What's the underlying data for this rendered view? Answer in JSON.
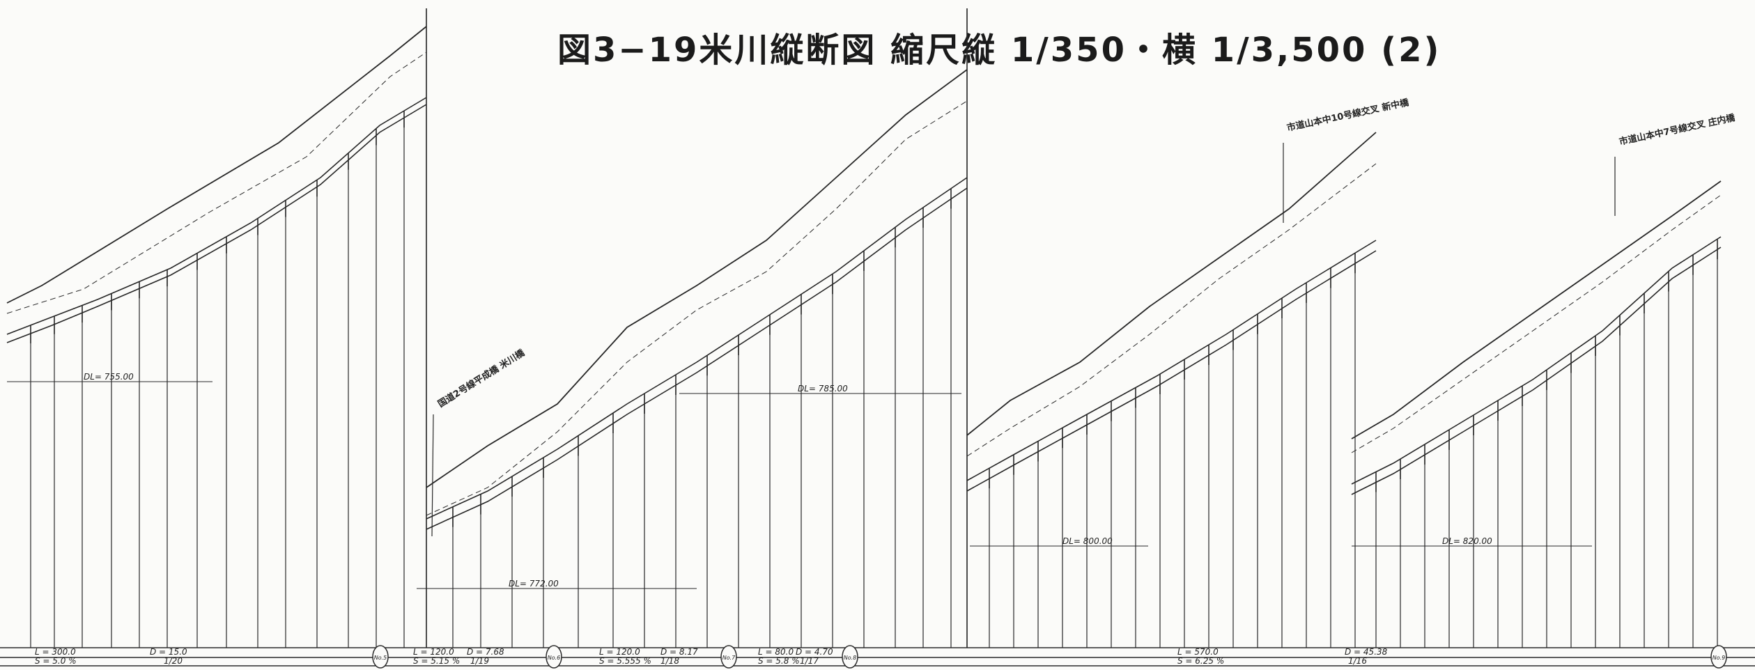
{
  "title": "図3−19米川縦断図 縮尺縦 1/350・横 1/3,500 (2)",
  "bridges": [
    {
      "label": "国道2号線平成橋 米川橋"
    },
    {
      "label": "市道山本中10号線交叉 新中橋"
    },
    {
      "label": "市道山本中7号線交叉 庄内橋"
    }
  ],
  "datum_lines": [
    {
      "label": "DL= 755.00"
    },
    {
      "label": "DL= 772.00"
    },
    {
      "label": "DL= 785.00"
    },
    {
      "label": "DL= 800.00"
    },
    {
      "label": "DL= 820.00"
    }
  ],
  "bottom_table": [
    {
      "L": "L = 300.0",
      "S": "S = 5.0 %",
      "D": "D = 15.0",
      "R": "1/20"
    },
    {
      "L": "L = 120.0",
      "S": "S = 5.15 %",
      "D": "D = 7.68",
      "R": "1/19"
    },
    {
      "L": "L = 120.0",
      "S": "S = 5.555 %",
      "D": "D = 8.17",
      "R": "1/18"
    },
    {
      "L": "L = 80.0",
      "S": "S = 5.8 %",
      "D": "D = 4.70",
      "R": "1/17"
    },
    {
      "L": "L = 570.0",
      "S": "S = 6.25 %",
      "D": "D = 45.38",
      "R": "1/16"
    }
  ],
  "marks": [
    {
      "text": "No.5"
    },
    {
      "text": "No.6"
    },
    {
      "text": "No.7"
    },
    {
      "text": "No.8"
    },
    {
      "text": "No.9"
    }
  ]
}
